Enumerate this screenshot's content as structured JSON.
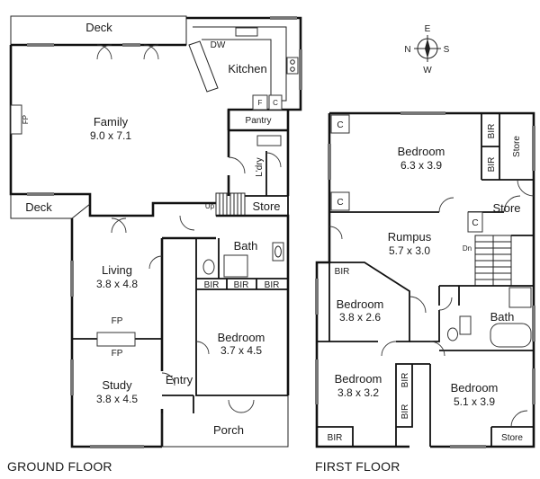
{
  "ground_floor": {
    "caption": "GROUND FLOOR",
    "rooms": {
      "deck_top": "Deck",
      "kitchen": "Kitchen",
      "dw": "DW",
      "fridge": "F",
      "cupboard_c": "C",
      "family": "Family",
      "family_dim": "9.0 x 7.1",
      "fp_family": "FP",
      "pantry": "Pantry",
      "laundry": "L'dry",
      "store": "Store",
      "up": "Up",
      "deck_left": "Deck",
      "bath": "Bath",
      "bir1": "BIR",
      "bir2": "BIR",
      "bir3": "BIR",
      "living": "Living",
      "living_dim": "3.8 x 4.8",
      "fp_living": "FP",
      "fp_study": "FP",
      "study": "Study",
      "study_dim": "3.8 x 4.5",
      "entry": "Entry",
      "bedroom": "Bedroom",
      "bedroom_dim": "3.7 x 4.5",
      "porch": "Porch"
    }
  },
  "first_floor": {
    "caption": "FIRST FLOOR",
    "rooms": {
      "c1": "C",
      "bir_a": "BIR",
      "bir_b": "BIR",
      "store_top": "Store",
      "bedroom1": "Bedroom",
      "bedroom1_dim": "6.3 x 3.9",
      "c2": "C",
      "store_mid": "Store",
      "rumpus": "Rumpus",
      "rumpus_dim": "5.7 x 3.0",
      "c3": "C",
      "dn": "Dn",
      "bir_c": "BIR",
      "bedroom2": "Bedroom",
      "bedroom2_dim": "3.8 x 2.6",
      "bath": "Bath",
      "bedroom3": "Bedroom",
      "bedroom3_dim": "3.8 x 3.2",
      "bir_d": "BIR",
      "bedroom4": "Bedroom",
      "bedroom4_dim": "5.1 x 3.9",
      "bir_e": "BIR",
      "store_bottom": "Store"
    }
  },
  "compass": {
    "n": "N",
    "e": "E",
    "s": "S",
    "w": "W"
  }
}
